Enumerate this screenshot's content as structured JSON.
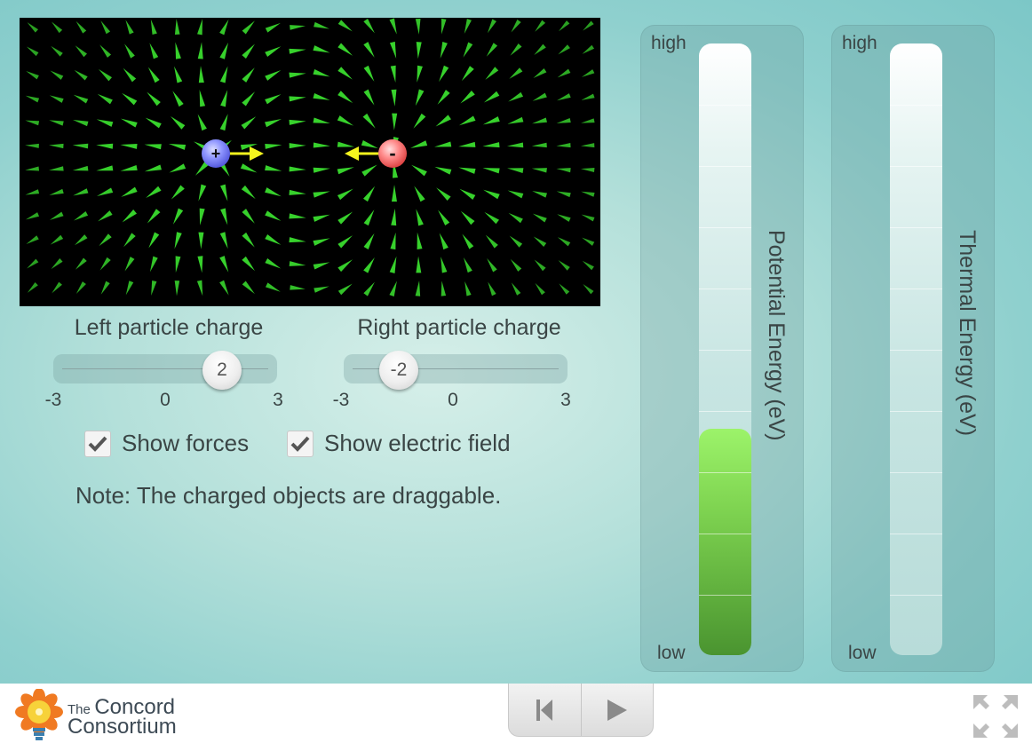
{
  "simulation": {
    "left_particle": {
      "sign": "+",
      "color": "#5a5ff0"
    },
    "right_particle": {
      "sign": "-",
      "color": "#e04848"
    },
    "field_color": "#37d12c",
    "force_color": "#f5f51e"
  },
  "controls": {
    "left_slider": {
      "title": "Left particle charge",
      "value": "2",
      "value_num": 2,
      "min": -3,
      "max": 3,
      "ticks": [
        "-3",
        "0",
        "3"
      ]
    },
    "right_slider": {
      "title": "Right particle charge",
      "value": "-2",
      "value_num": -2,
      "min": -3,
      "max": 3,
      "ticks": [
        "-3",
        "0",
        "3"
      ]
    },
    "show_forces": {
      "label": "Show forces",
      "checked": true
    },
    "show_field": {
      "label": "Show electric field",
      "checked": true
    },
    "note": "Note: The charged objects are draggable."
  },
  "energy_bars": {
    "potential": {
      "label": "Potential Energy (eV)",
      "high": "high",
      "low": "low",
      "level_fraction": 0.37,
      "fill_color": "#7fd451"
    },
    "thermal": {
      "label": "Thermal Energy (eV)",
      "high": "high",
      "low": "low",
      "level_fraction": 0.0,
      "fill_color": "#7fd451"
    }
  },
  "footer": {
    "logo_the": "The",
    "logo_concord": "Concord",
    "logo_consortium": "Consortium",
    "icons": [
      "reset-icon",
      "play-icon",
      "fullscreen-icon"
    ]
  }
}
